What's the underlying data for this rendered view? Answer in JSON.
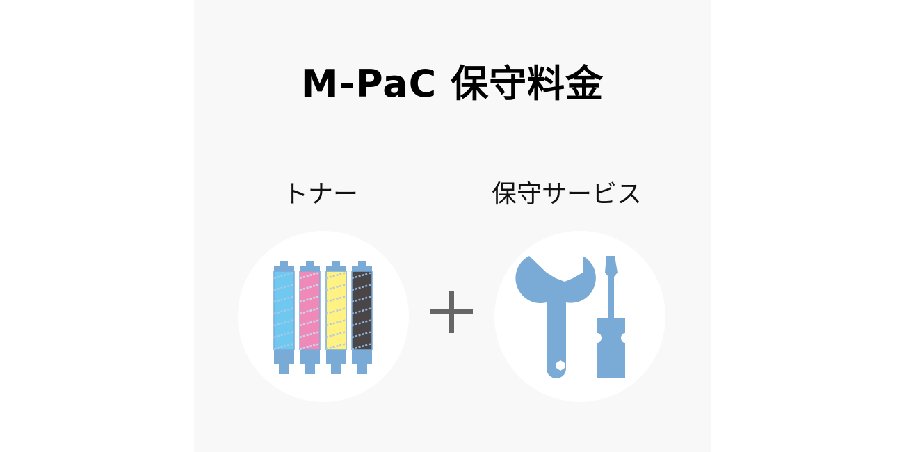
{
  "header": {
    "title": "M-PaC 保守料金"
  },
  "items": [
    {
      "label": "トナー",
      "icon": "toner-cartridges-icon"
    },
    {
      "label": "保守サービス",
      "icon": "wrench-screwdriver-icon"
    }
  ],
  "operator": {
    "icon": "plus-icon"
  },
  "colors": {
    "panel_background": "#f8f8f8",
    "circle_background": "#ffffff",
    "icon_blue": "#7aaad6",
    "toner_cyan": "#6fc8f0",
    "toner_magenta": "#ef8ab8",
    "toner_yellow": "#fff283",
    "toner_black": "#4a4647",
    "plus_gray": "#666666"
  }
}
